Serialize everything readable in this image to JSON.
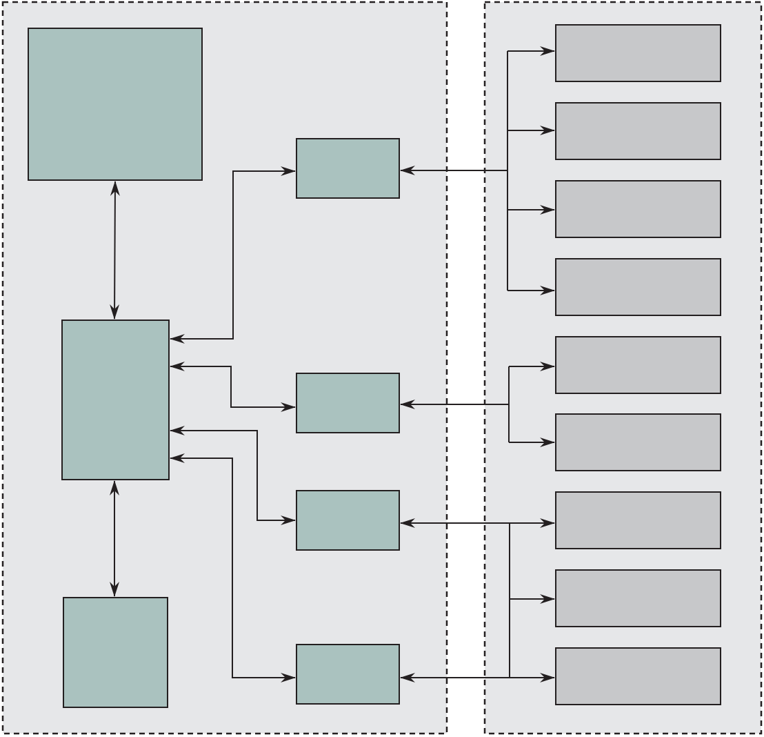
{
  "colors": {
    "background": "#ffffff",
    "panel_fill": "#e6e7e9",
    "panel_border": "#231f20",
    "teal_fill": "#aac2bf",
    "gray_fill": "#c7c8ca",
    "box_border": "#231f20",
    "connector": "#231f20"
  },
  "diagram": {
    "panels": [
      "left-panel",
      "right-panel"
    ],
    "teal_blocks": [
      "block-large-top",
      "block-main",
      "block-small-bottom",
      "block-hub-1",
      "block-hub-2",
      "block-hub-3",
      "block-hub-4"
    ],
    "gray_blocks": [
      "output-1",
      "output-2",
      "output-3",
      "output-4",
      "output-5",
      "output-6",
      "output-7",
      "output-8",
      "output-9"
    ]
  }
}
